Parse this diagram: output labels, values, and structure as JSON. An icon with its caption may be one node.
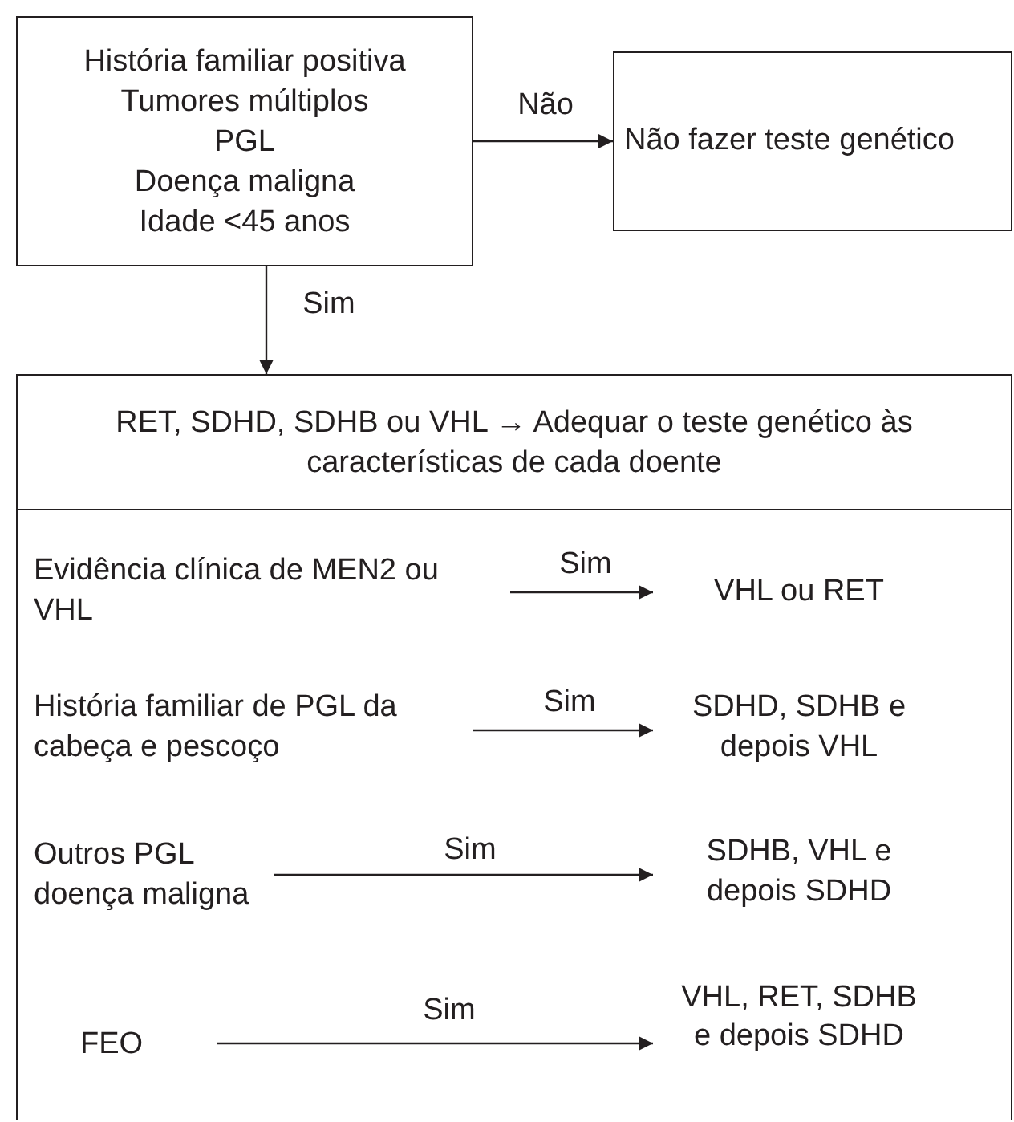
{
  "diagram": {
    "nodes": [
      {
        "text": [
          "História familiar positiva",
          "Tumores múltiplos",
          "PGL",
          "Doença maligna",
          "Idade <45 anos"
        ]
      },
      {
        "text": [
          "Não fazer teste genético"
        ]
      },
      {
        "text": [
          "RET, SDHD, SDHB ou VHL → Adequar o teste genético às características de cada doente"
        ]
      },
      {
        "text": [
          "Evidência clínica de MEN2 ou VHL"
        ],
        "in": 2
      },
      {
        "text": [
          "VHL ou RET"
        ],
        "in": 2
      },
      {
        "text": [
          "História familiar de PGL da cabeça e pescoço"
        ],
        "in": 2
      },
      {
        "text": [
          "SDHD, SDHB e depois VHL"
        ],
        "in": 2
      },
      {
        "text": [
          "Outros PGL doença maligna"
        ],
        "in": 2
      },
      {
        "text": [
          "SDHB, VHL e depois SDHD"
        ],
        "in": 2
      },
      {
        "text": [
          "FEO"
        ],
        "in": 2
      },
      {
        "text": [
          "VHL, RET, SDHB e depois SDHD"
        ],
        "in": 2
      }
    ],
    "edges": [
      {
        "from": 0,
        "to": 1,
        "arrow": "to",
        "label": "Não"
      },
      {
        "from": 0,
        "to": 2,
        "arrow": "to",
        "label": "Sim"
      },
      {
        "from": 3,
        "to": 4,
        "arrow": "to",
        "label": "Sim"
      },
      {
        "from": 5,
        "to": 6,
        "arrow": "to",
        "label": "Sim"
      },
      {
        "from": 7,
        "to": 8,
        "arrow": "to",
        "label": "Sim"
      },
      {
        "from": 9,
        "to": 10,
        "arrow": "to",
        "label": "Sim"
      }
    ]
  }
}
